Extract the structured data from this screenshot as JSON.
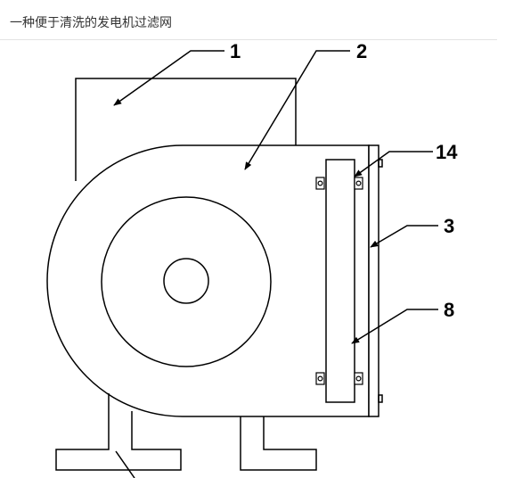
{
  "header": {
    "title": "一种便于清洗的发电机过滤网"
  },
  "diagram": {
    "callouts": [
      {
        "id": "c1",
        "label": "1"
      },
      {
        "id": "c2",
        "label": "2"
      },
      {
        "id": "c14",
        "label": "14"
      },
      {
        "id": "c3",
        "label": "3"
      },
      {
        "id": "c8",
        "label": "8"
      }
    ]
  },
  "colors": {
    "line": "#000000",
    "title_text": "#333333",
    "divider": "#e3e3e3"
  }
}
